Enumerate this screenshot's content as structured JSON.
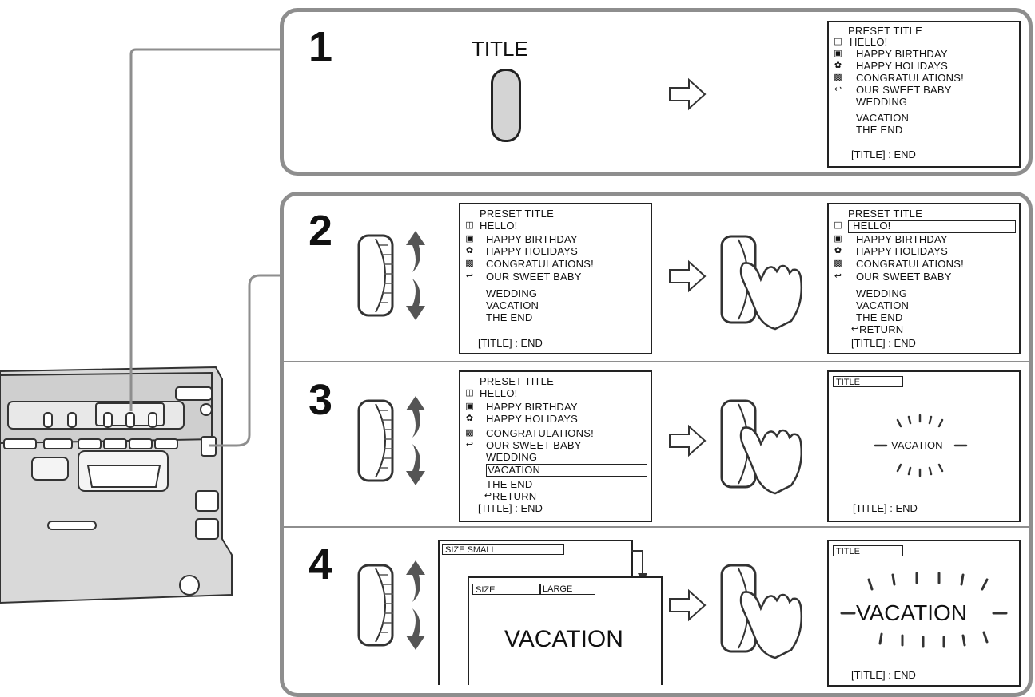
{
  "steps": [
    "1",
    "2",
    "3",
    "4"
  ],
  "step1": {
    "button_label": "TITLE"
  },
  "menu": {
    "header": "PRESET TITLE",
    "items": [
      "HELLO!",
      "HAPPY BIRTHDAY",
      "HAPPY HOLIDAYS",
      "CONGRATULATIONS!",
      "OUR SWEET BABY",
      "WEDDING",
      "VACATION",
      "THE END"
    ],
    "return_label": "RETURN",
    "end_label": "[TITLE] : END"
  },
  "title_screen": {
    "title_box": "TITLE",
    "word": "VACATION",
    "end_label": "[TITLE] : END"
  },
  "size_screens": {
    "small_label": "SIZE SMALL",
    "size_label": "SIZE",
    "large_label": "LARGE",
    "word": "VACATION"
  },
  "colors": {
    "panel_border": "#8e8e8e",
    "line": "#222222",
    "button_fill": "#d4d4d4"
  },
  "icons": [
    "cursor-icon",
    "gift-icon",
    "holly-icon",
    "cake-icon",
    "return-arrow-icon",
    "outline-arrow-icon",
    "jog-dial-icon",
    "rotate-arrows-icon",
    "pressing-hand-icon",
    "sparkle-icon"
  ]
}
